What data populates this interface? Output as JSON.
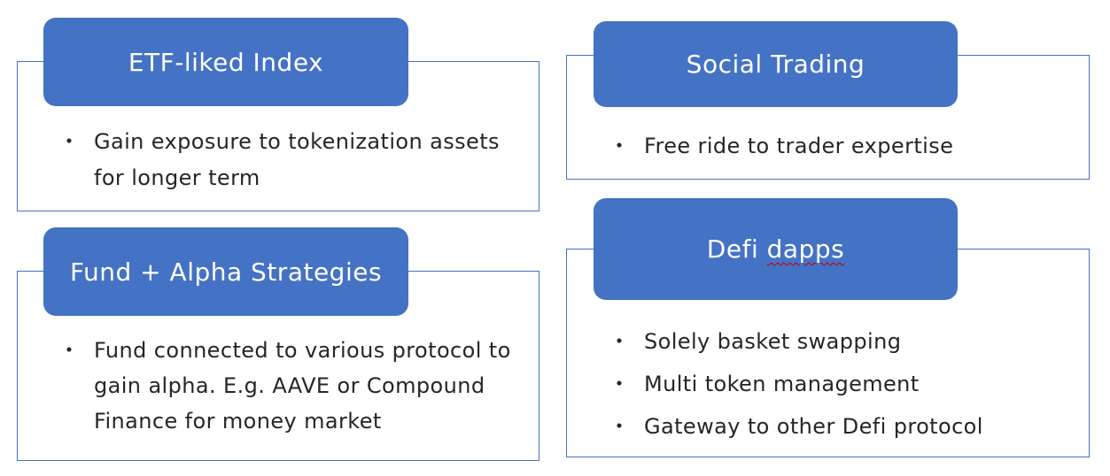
{
  "colors": {
    "header_fill": "#4472c4",
    "card_border": "#4472c4",
    "header_text": "#ffffff",
    "body_text": "#262626"
  },
  "bullet_glyph": "・",
  "blocks": {
    "etf": {
      "title": "ETF-liked Index",
      "items": [
        "Gain exposure to tokenization assets for longer term"
      ]
    },
    "fund": {
      "title": "Fund + Alpha Strategies",
      "items": [
        "Fund connected to various protocol to gain alpha. E.g. AAVE or Compound Finance for money market"
      ]
    },
    "social": {
      "title": "Social Trading",
      "items": [
        "Free ride to trader expertise"
      ]
    },
    "defi": {
      "title_main": "Defi ",
      "title_flagged": "dapps",
      "items": [
        "Solely basket swapping",
        "Multi token management",
        "Gateway to other Defi protocol"
      ]
    }
  }
}
